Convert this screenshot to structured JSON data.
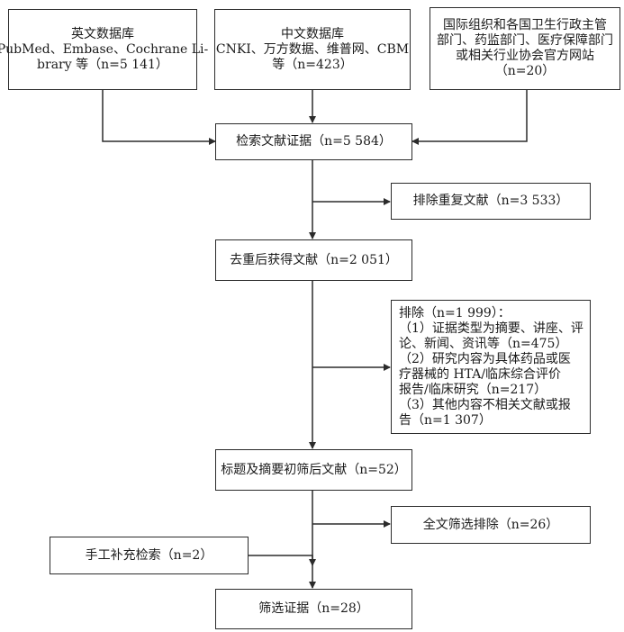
{
  "sources": {
    "english_db": [
      "英文数据库",
      "PubMed、Embase、Cochrane Li-",
      "brary 等（n=5 141）"
    ],
    "chinese_db": [
      "中文数据库",
      "CNKI、万方数据、维普网、CBM",
      "等（n=423）"
    ],
    "official_sites": [
      "国际组织和各国卫生行政主管",
      "部门、药监部门、医疗保障部门",
      "或相关行业协会官方网站",
      "（n=20）"
    ]
  },
  "steps": {
    "retrieved": "检索文献证据（n=5 584）",
    "after_dedup": "去重后获得文献（n=2 051）",
    "after_title_abstract": "标题及摘要初筛后文献（n=52）",
    "final": "筛选证据（n=28）"
  },
  "exclusions": {
    "duplicates": "排除重复文献（n=3 533）",
    "screening": [
      "排除（n=1 999）：",
      "（1）证据类型为摘要、讲座、评",
      "论、新闻、资讯等（n=475）",
      "（2）研究内容为具体药品或医",
      "疗器械的 HTA/临床综合评价",
      "报告/临床研究（n=217）",
      "（3）其他内容不相关文献或报",
      "告（n=1 307）"
    ],
    "fulltext": "全文筛选排除（n=26）"
  },
  "manual": "手工补充检索（n=2）"
}
